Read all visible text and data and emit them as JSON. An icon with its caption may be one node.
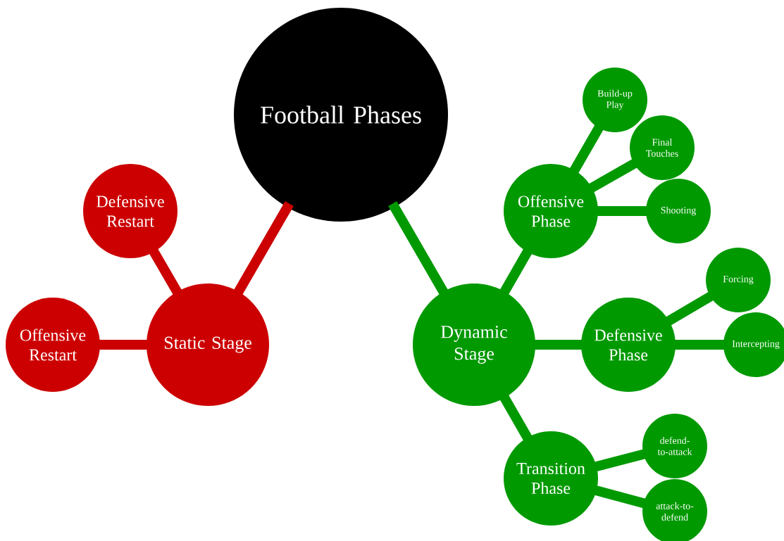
{
  "diagram": {
    "nodes": [
      {
        "text": [
          "Football Phases"
        ]
      },
      {
        "text": [
          "Static Stage"
        ]
      },
      {
        "text": [
          "Defensive Restart"
        ]
      },
      {
        "text": [
          "Offensive Restart"
        ]
      },
      {
        "text": [
          "Dynamic Stage"
        ]
      },
      {
        "text": [
          "Offensive Phase"
        ]
      },
      {
        "text": [
          "Build-up Play"
        ]
      },
      {
        "text": [
          "Final Touches"
        ]
      },
      {
        "text": [
          "Shooting"
        ]
      },
      {
        "text": [
          "Defensive Phase"
        ]
      },
      {
        "text": [
          "Forcing"
        ]
      },
      {
        "text": [
          "Intercepting"
        ]
      },
      {
        "text": [
          "Transition Phase"
        ]
      },
      {
        "text": [
          "defend-to-attack"
        ]
      },
      {
        "text": [
          "attack-to-defend"
        ]
      }
    ],
    "edges": [
      {
        "from": 0,
        "to": 1,
        "arrow": "none",
        "color": "#cc0000"
      },
      {
        "from": 1,
        "to": 2,
        "arrow": "none",
        "color": "#cc0000"
      },
      {
        "from": 1,
        "to": 3,
        "arrow": "none",
        "color": "#cc0000"
      },
      {
        "from": 0,
        "to": 4,
        "arrow": "none"
      },
      {
        "from": 4,
        "to": 5,
        "arrow": "none"
      },
      {
        "from": 5,
        "to": 6,
        "arrow": "none"
      },
      {
        "from": 5,
        "to": 7,
        "arrow": "none"
      },
      {
        "from": 5,
        "to": 8,
        "arrow": "none"
      },
      {
        "from": 4,
        "to": 9,
        "arrow": "none"
      },
      {
        "from": 9,
        "to": 10,
        "arrow": "none"
      },
      {
        "from": 9,
        "to": 11,
        "arrow": "none"
      },
      {
        "from": 4,
        "to": 12,
        "arrow": "none"
      },
      {
        "from": 12,
        "to": 13,
        "arrow": "none"
      },
      {
        "from": 12,
        "to": 14,
        "arrow": "none"
      }
    ]
  }
}
